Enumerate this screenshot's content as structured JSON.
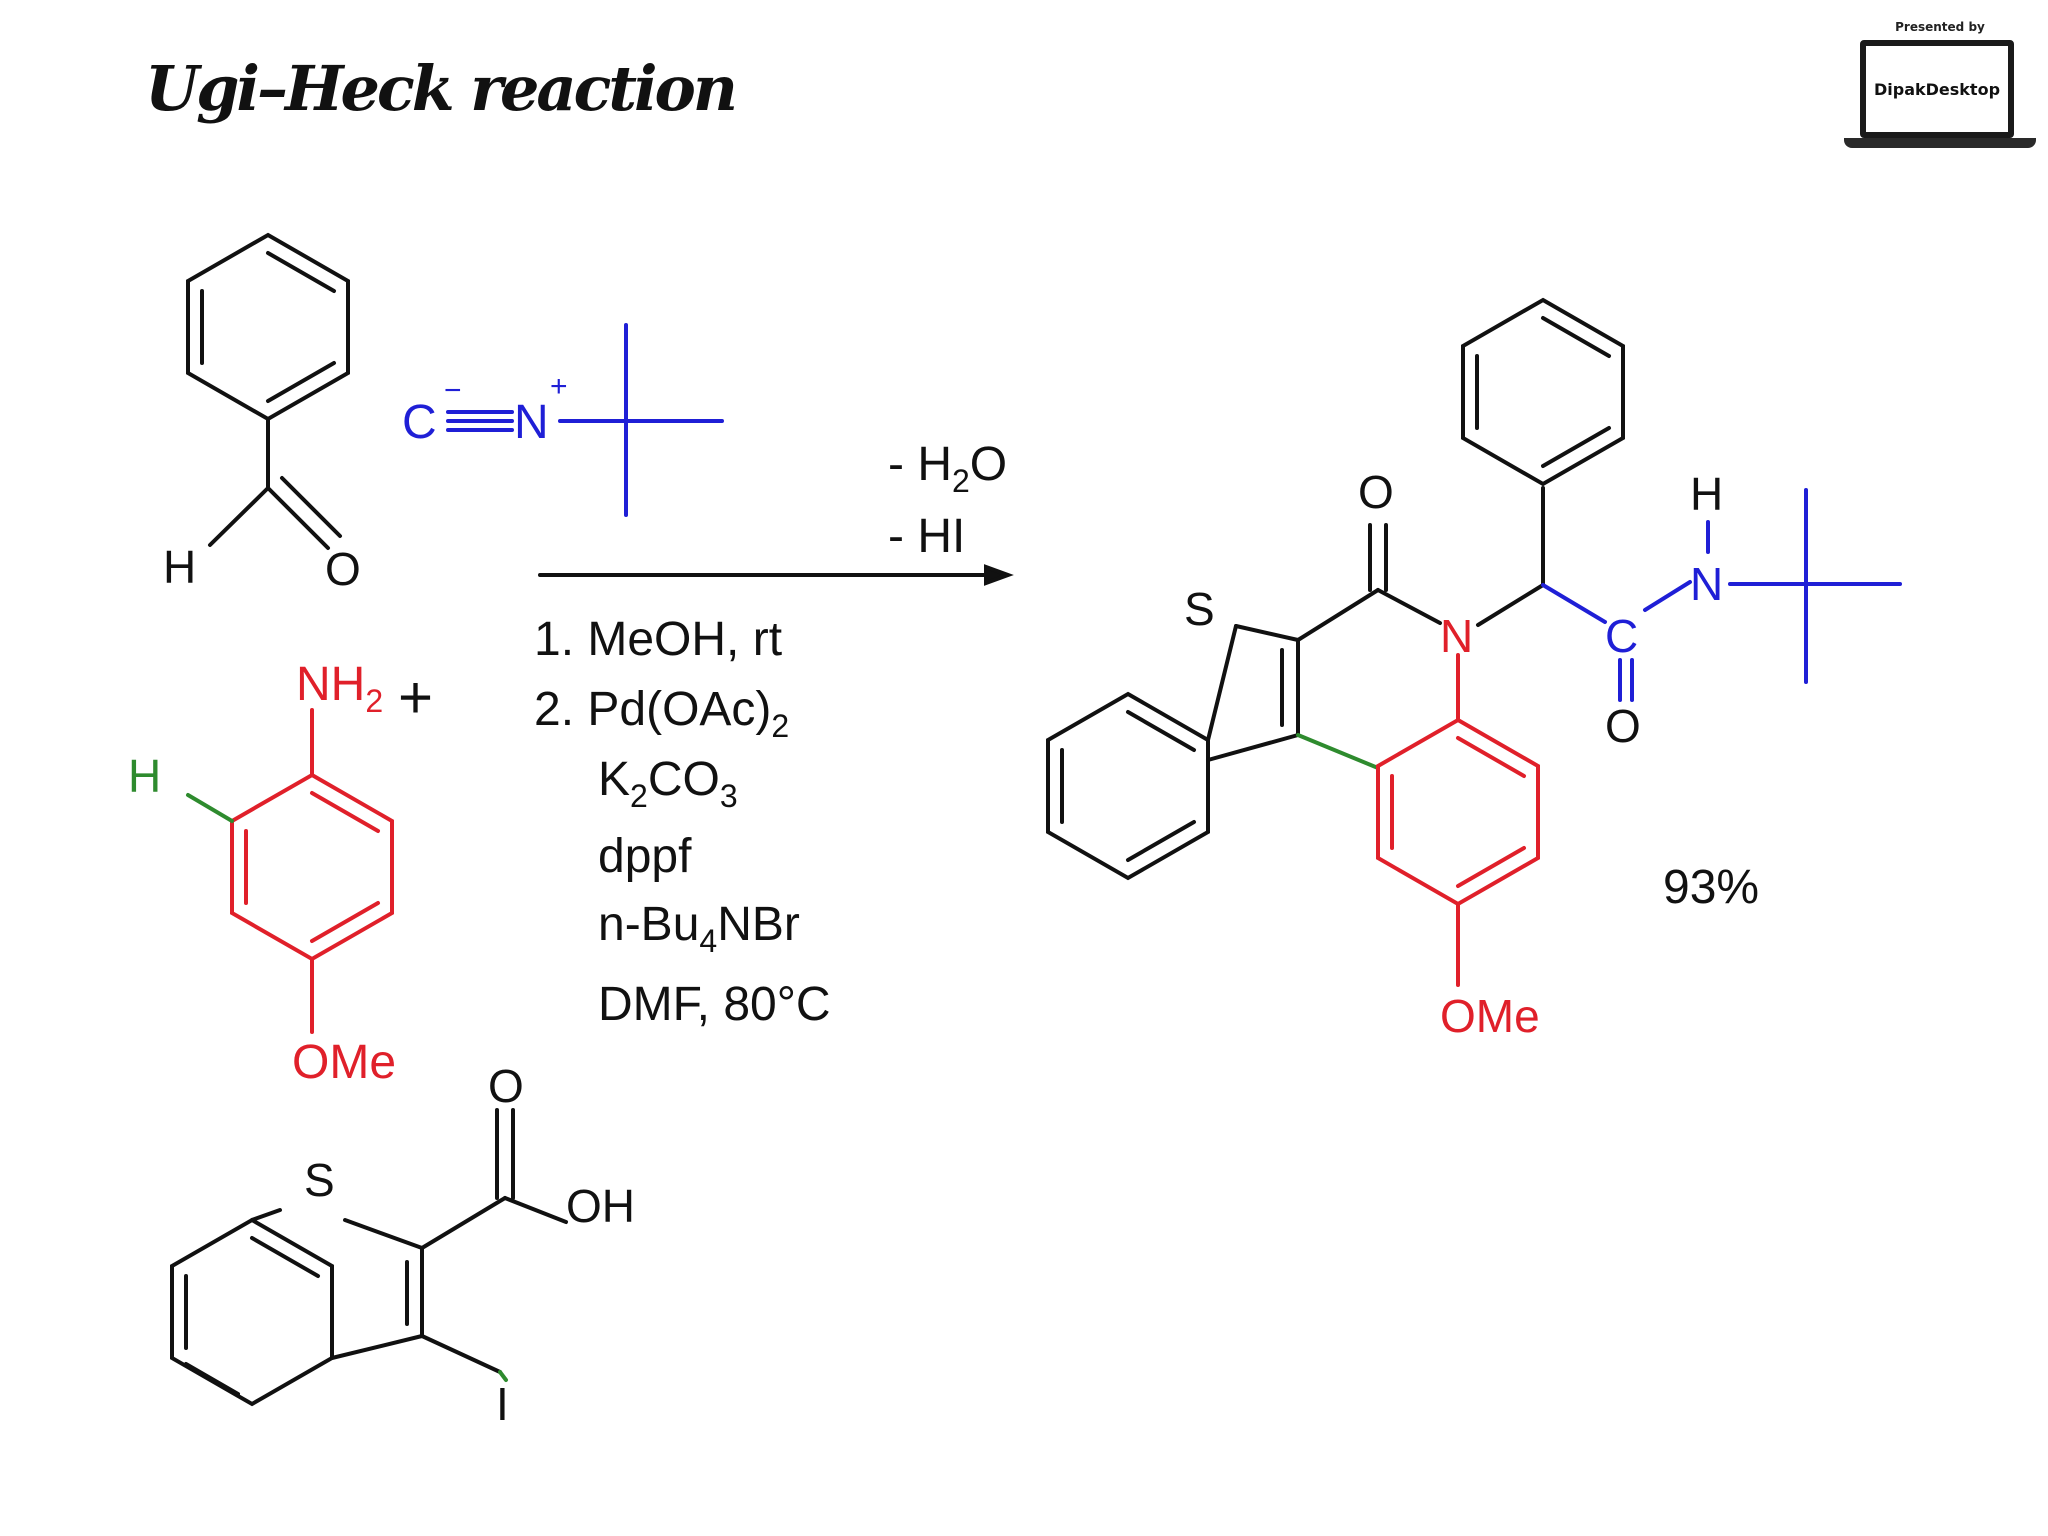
{
  "title": "Ugi–Heck reaction",
  "badge": {
    "top_text": "Presented by",
    "screen_text": "DipakDesktop"
  },
  "colors": {
    "black": "#111111",
    "blue": "#1f1fd6",
    "red": "#e0202a",
    "green": "#2e8b2e"
  },
  "reactants": {
    "aldehyde": {
      "h": "H",
      "o": "O"
    },
    "isocyanide": {
      "c": "C",
      "c_charge": "−",
      "n": "N",
      "n_charge": "+"
    },
    "plus": "+",
    "aniline": {
      "nh2": "NH",
      "nh2_sub": "2",
      "h": "H",
      "ome": "OMe"
    },
    "acid": {
      "s": "S",
      "o": "O",
      "oh": "OH",
      "i": "I"
    }
  },
  "arrow": {
    "above_1": "- H",
    "above_1_sub": "2",
    "above_1_tail": "O",
    "above_2": "- HI",
    "conditions": [
      {
        "text": "1. MeOH, rt"
      },
      {
        "text": "2. Pd(OAc)",
        "sub": "2"
      },
      {
        "text": "K",
        "sub": "2",
        "tail": "CO",
        "sub2": "3"
      },
      {
        "text": "dppf"
      },
      {
        "text": "n-Bu",
        "sub": "4",
        "tail": "NBr"
      },
      {
        "text": "DMF, 80°C"
      }
    ]
  },
  "product": {
    "s": "S",
    "o_top": "O",
    "n": "N",
    "c": "C",
    "o_bottom": "O",
    "nh_n": "N",
    "nh_h": "H",
    "ome": "OMe"
  },
  "yield": "93%"
}
